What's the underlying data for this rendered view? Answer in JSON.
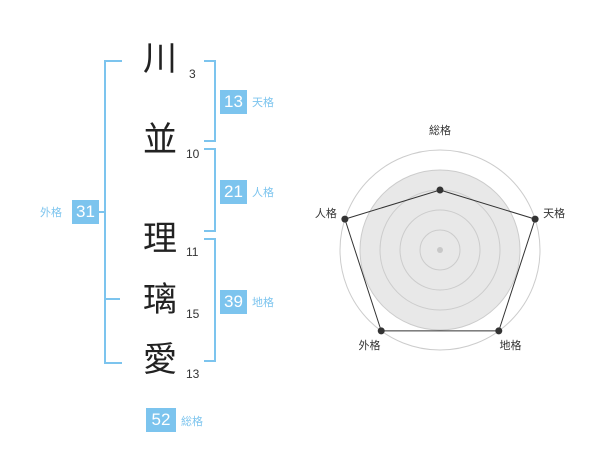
{
  "name_chars": [
    {
      "char": "川",
      "strokes": "3"
    },
    {
      "char": "並",
      "strokes": "10"
    },
    {
      "char": "理",
      "strokes": "11"
    },
    {
      "char": "璃",
      "strokes": "15"
    },
    {
      "char": "愛",
      "strokes": "13"
    }
  ],
  "badges": {
    "tenkaku": {
      "value": "13",
      "label": "天格"
    },
    "jinkaku": {
      "value": "21",
      "label": "人格"
    },
    "chikaku": {
      "value": "39",
      "label": "地格"
    },
    "gaikaku": {
      "value": "31",
      "label": "外格"
    },
    "soukaku": {
      "value": "52",
      "label": "総格"
    }
  },
  "colors": {
    "accent": "#7cc4ee",
    "radar_fill": "#e8e8e8",
    "radar_line": "#333333"
  },
  "chart_data": {
    "type": "radar",
    "axes": [
      "総格",
      "天格",
      "地格",
      "外格",
      "人格"
    ],
    "scale": [
      0,
      5
    ],
    "values": [
      3,
      5,
      5,
      5,
      5
    ]
  }
}
